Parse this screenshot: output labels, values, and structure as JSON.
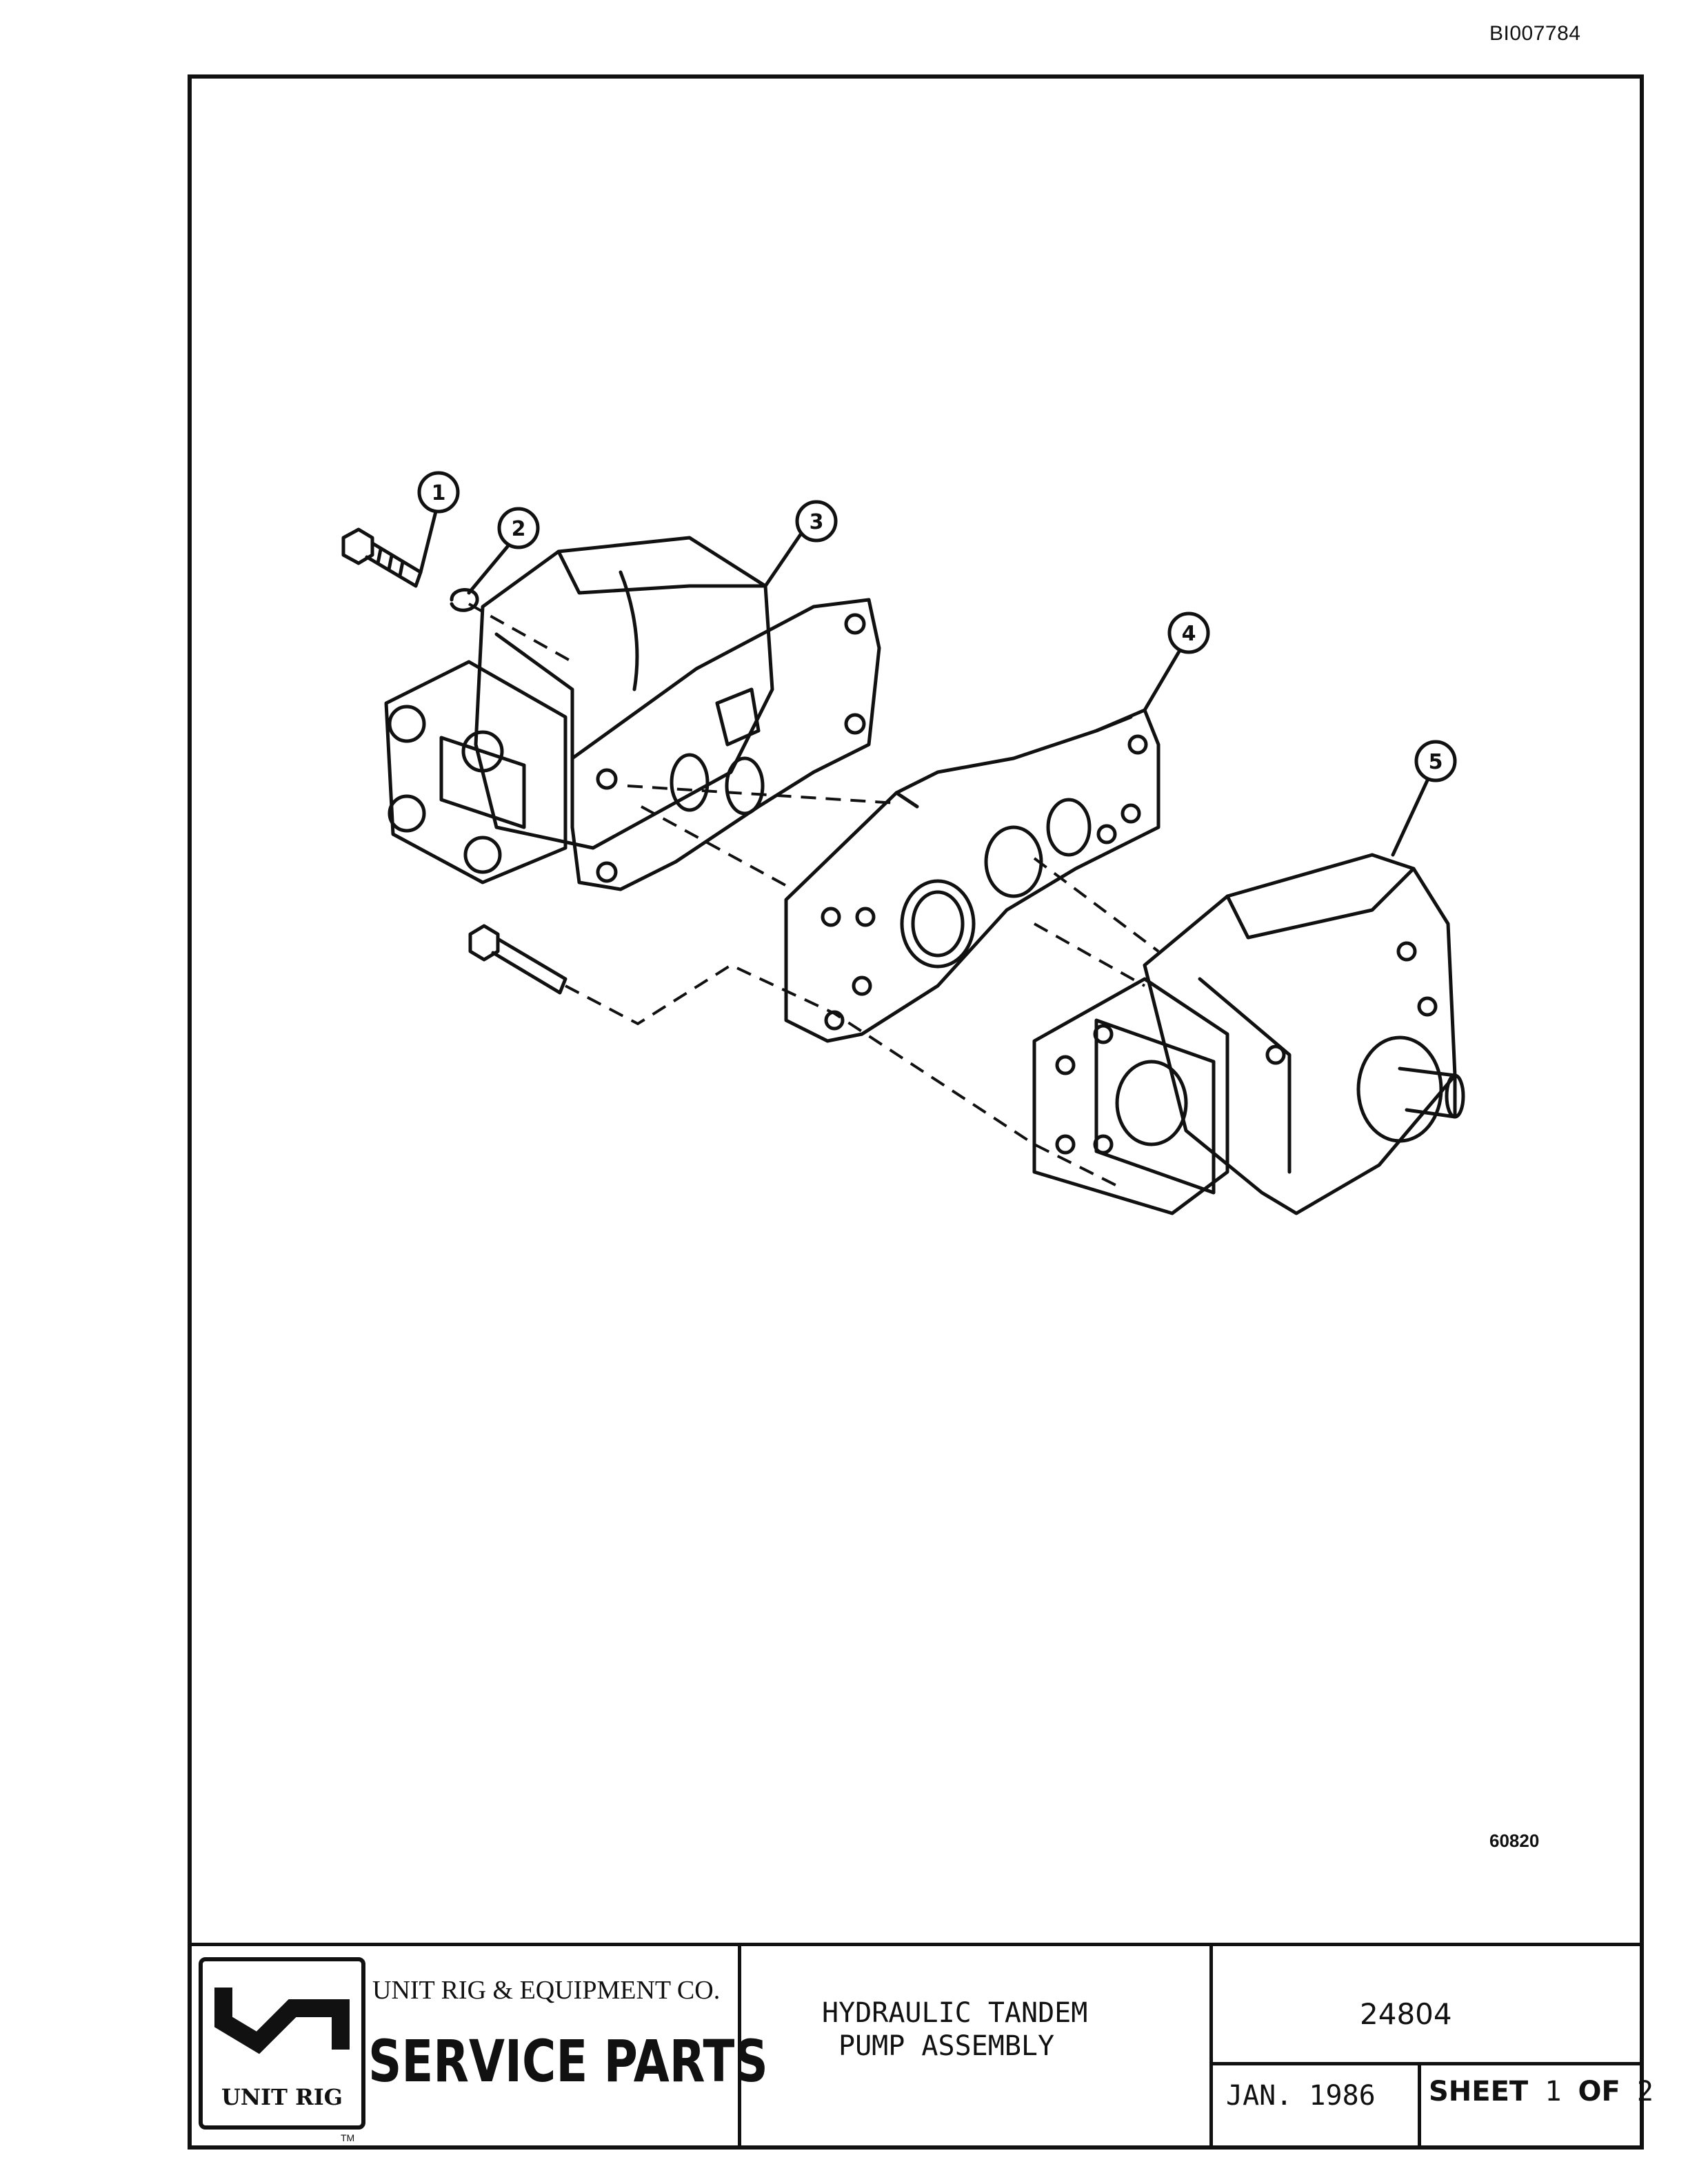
{
  "document_id": "BI007784",
  "figure_number": "60820",
  "callouts": [
    "1",
    "2",
    "3",
    "4",
    "5"
  ],
  "title_block": {
    "logo_text": "UNIT RIG",
    "trademark": "TM",
    "company": "UNIT RIG & EQUIPMENT CO.",
    "service_parts": "SERVICE PARTS",
    "title_line1": "HYDRAULIC TANDEM",
    "title_line2": "PUMP ASSEMBLY",
    "part_number": "24804",
    "date": "JAN. 1986",
    "sheet_label": "SHEET",
    "sheet_number": "1",
    "sheet_of_label": "OF",
    "sheet_total": "2"
  }
}
